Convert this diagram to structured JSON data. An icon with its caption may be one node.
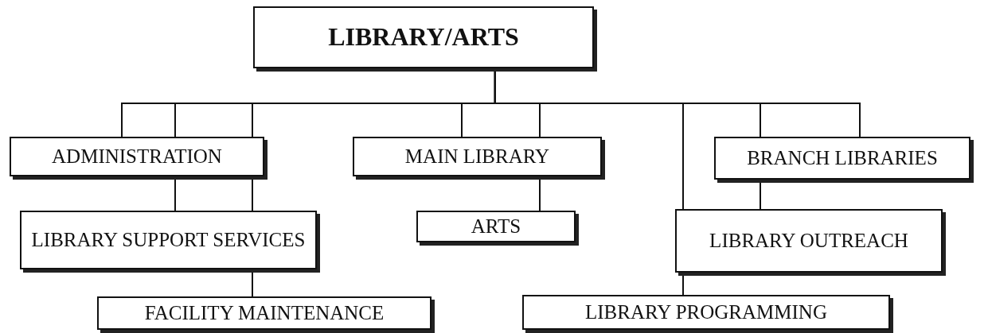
{
  "diagram": {
    "nodes": [
      {
        "text": [
          "LIBRARY/ARTS"
        ]
      },
      {
        "text": [
          "ADMINISTRATION"
        ]
      },
      {
        "text": [
          "MAIN LIBRARY"
        ]
      },
      {
        "text": [
          "BRANCH LIBRARIES"
        ]
      },
      {
        "text": [
          "LIBRARY SUPPORT SERVICES"
        ]
      },
      {
        "text": [
          "ARTS"
        ]
      },
      {
        "text": [
          "LIBRARY OUTREACH"
        ]
      },
      {
        "text": [
          "FACILITY MAINTENANCE"
        ]
      },
      {
        "text": [
          "LIBRARY PROGRAMMING"
        ]
      }
    ],
    "edges": [
      {
        "from": 0,
        "to": 1,
        "arrow": "none"
      },
      {
        "from": 0,
        "to": 1,
        "arrow": "none"
      },
      {
        "from": 0,
        "to": 1,
        "arrow": "none"
      },
      {
        "from": 1,
        "to": 4,
        "arrow": "none"
      },
      {
        "from": 1,
        "to": 4,
        "arrow": "none"
      },
      {
        "from": 4,
        "to": 7,
        "arrow": "none"
      },
      {
        "from": 0,
        "to": 2,
        "arrow": "none"
      },
      {
        "from": 0,
        "to": 2,
        "arrow": "none"
      },
      {
        "from": 2,
        "to": 5,
        "arrow": "none"
      },
      {
        "from": 0,
        "to": 6,
        "arrow": "none"
      },
      {
        "from": 6,
        "to": 8,
        "arrow": "none"
      },
      {
        "from": 0,
        "to": 3,
        "arrow": "none"
      },
      {
        "from": 0,
        "to": 3,
        "arrow": "none"
      },
      {
        "from": 3,
        "to": 6,
        "arrow": "none"
      }
    ]
  }
}
